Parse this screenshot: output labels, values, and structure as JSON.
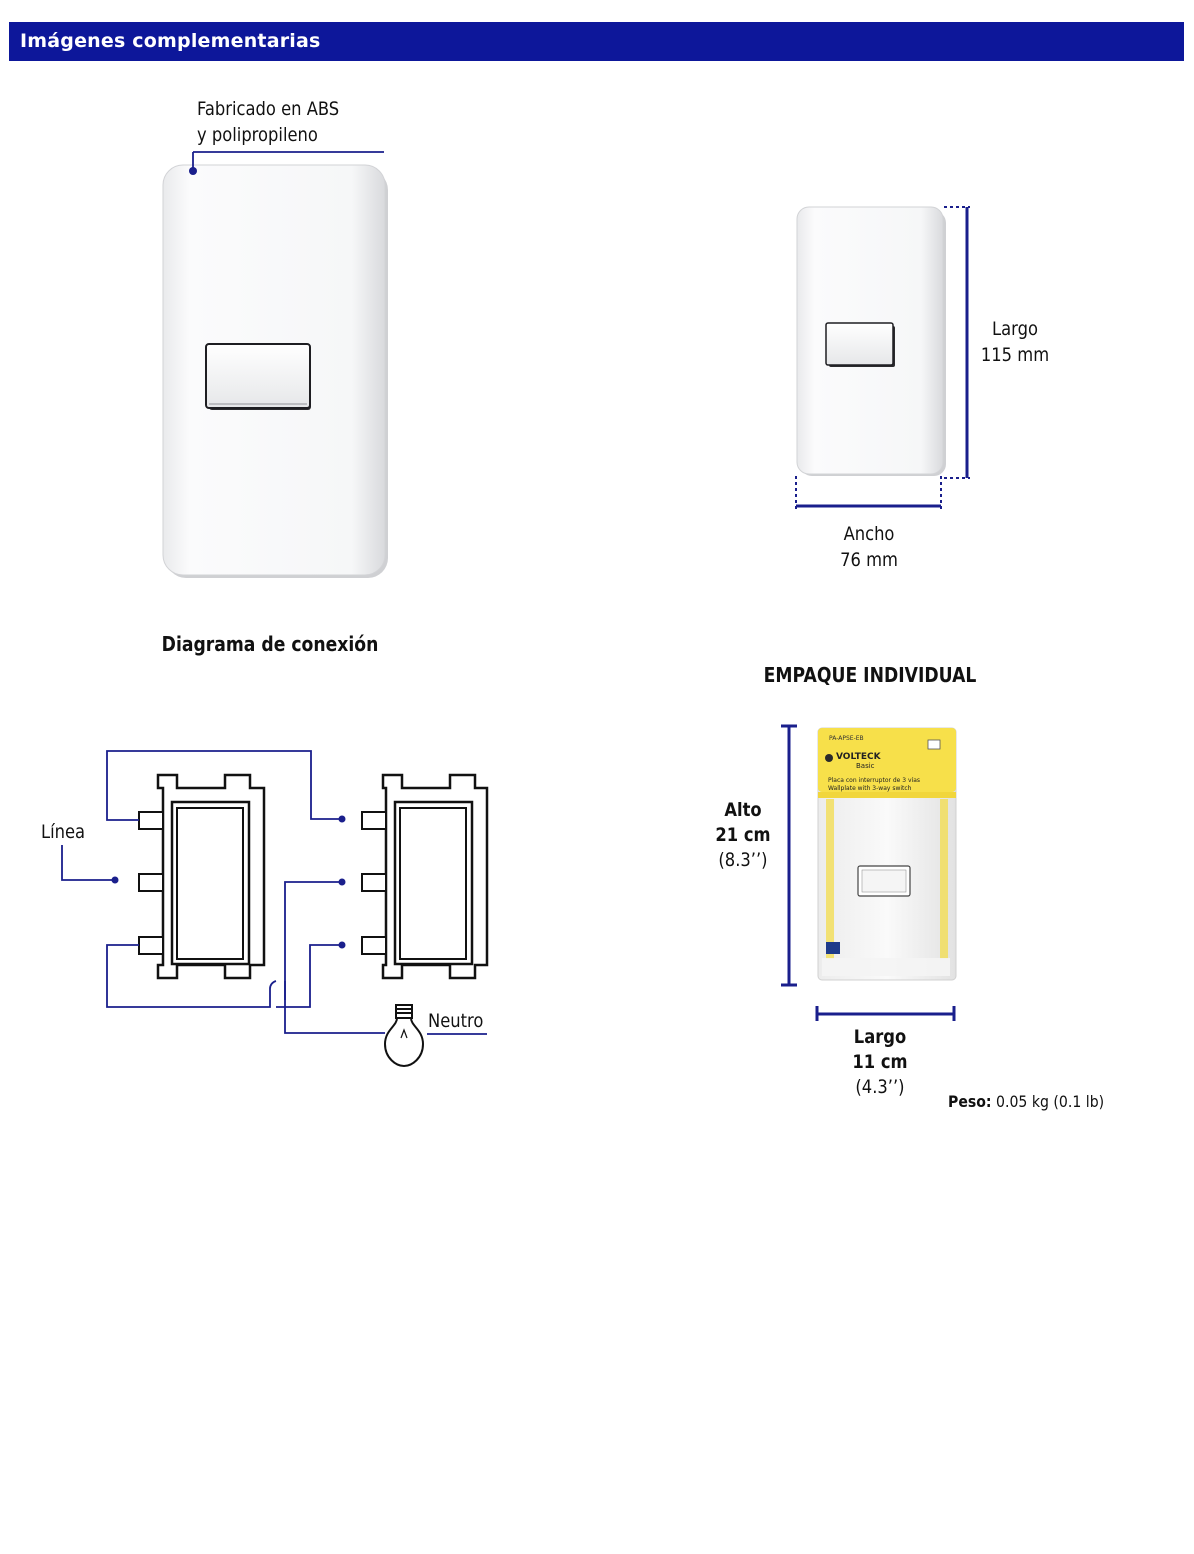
{
  "header": {
    "title": "Imágenes complementarias"
  },
  "product_image": {
    "material_label_1": "Fabricado en ABS",
    "material_label_2": "y polipropileno"
  },
  "dimensions": {
    "length_label": "Largo",
    "length_value": "115 mm",
    "width_label": "Ancho",
    "width_value": "76 mm"
  },
  "diagram": {
    "title": "Diagrama de conexión",
    "line_label": "Línea",
    "neutral_label": "Neutro"
  },
  "packaging": {
    "title": "EMPAQUE INDIVIDUAL",
    "height_label": "Alto",
    "height_cm": "21 cm",
    "height_in": "(8.3’’)",
    "length_label": "Largo",
    "length_cm": "11 cm",
    "length_in": "(4.3’’)",
    "weight_label": "Peso:",
    "weight_value": "0.05 kg (0.1 lb)",
    "package_brand": "VOLTECK",
    "package_subbrand": "Basic",
    "package_sku": "PA-APSE-EB",
    "package_desc_es": "Placa con interruptor de 3 vías",
    "package_desc_en": "Wallplate with 3-way switch"
  },
  "colors": {
    "header_bg": "#0d179a",
    "accent_line": "#1a1f8c",
    "package_yellow": "#f7e04a"
  }
}
